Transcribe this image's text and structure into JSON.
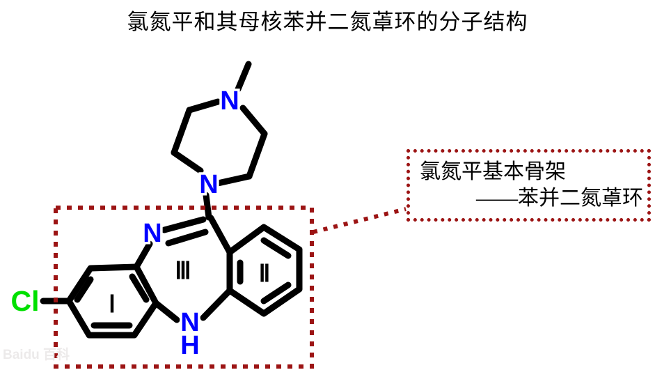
{
  "page": {
    "title": "氯氮平和其母核苯并二氮䓬环的分子结构",
    "background_color": "#ffffff",
    "watermark": "Baidu 百科"
  },
  "colors": {
    "bond": "#000000",
    "nitrogen": "#0000FF",
    "chlorine": "#00E000",
    "highlight_box": "#9c1414",
    "text": "#000000"
  },
  "annotation": {
    "line1": "氯氮平基本骨架",
    "line2": "——苯并二氮䓬环"
  },
  "structure": {
    "name": "clozapine",
    "atom_labels": {
      "chlorine": "Cl",
      "imine_nitrogen": "N",
      "amine_nitrogen": "N",
      "amine_hydrogen": "H",
      "piperazine_n_top": "N",
      "piperazine_n_bottom": "N"
    },
    "ring_labels": {
      "ring_one": "Ⅰ",
      "ring_two": "Ⅱ",
      "ring_three": "Ⅲ"
    }
  },
  "chart_data": {
    "type": "diagram",
    "title": "氯氮平和其母核苯并二氮䓬环的分子结构",
    "subject": "clozapine molecular structure",
    "labels": [
      "Cl",
      "N",
      "N",
      "H",
      "N",
      "N",
      "Ⅰ",
      "Ⅱ",
      "Ⅲ"
    ],
    "annotations": [
      "氯氮平基本骨架",
      "——苯并二氮䓬环"
    ],
    "highlight_region": "benzodiazepine core (rings Ⅰ, Ⅱ, Ⅲ)"
  }
}
